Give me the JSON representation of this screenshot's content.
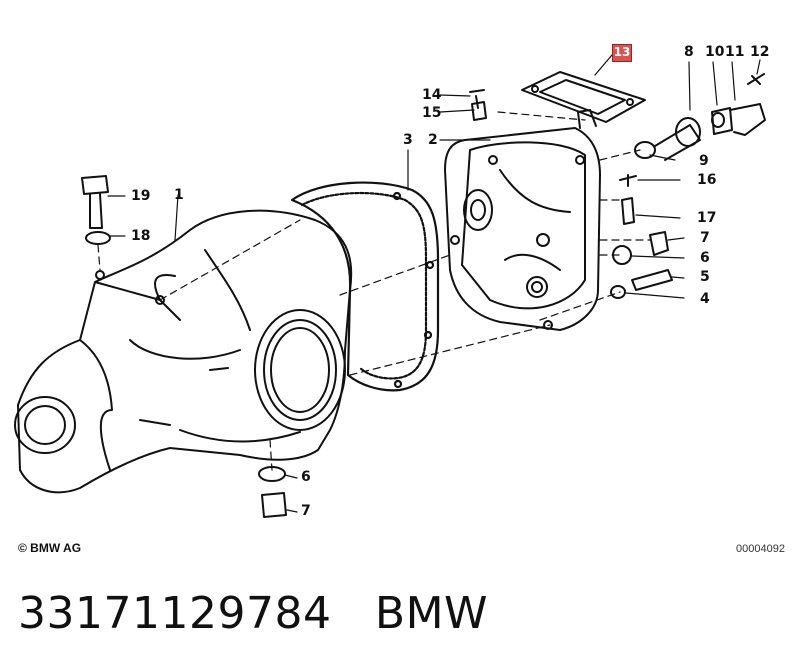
{
  "labels": {
    "l1": "1",
    "l2": "2",
    "l3": "3",
    "l4": "4",
    "l5": "5",
    "l6a": "6",
    "l6b": "6",
    "l7a": "7",
    "l7b": "7",
    "l8": "8",
    "l9": "9",
    "l10": "10",
    "l11": "11",
    "l12": "12",
    "l13": "13",
    "l14": "14",
    "l15": "15",
    "l16": "16",
    "l17": "17",
    "l18": "18",
    "l19": "19"
  },
  "footer": {
    "copyright": "© BMW AG",
    "code": "00004092"
  },
  "caption": {
    "part_number": "33171129784",
    "brand": "BMW"
  },
  "colors": {
    "highlight": "#d9534f",
    "ink": "#111111"
  }
}
